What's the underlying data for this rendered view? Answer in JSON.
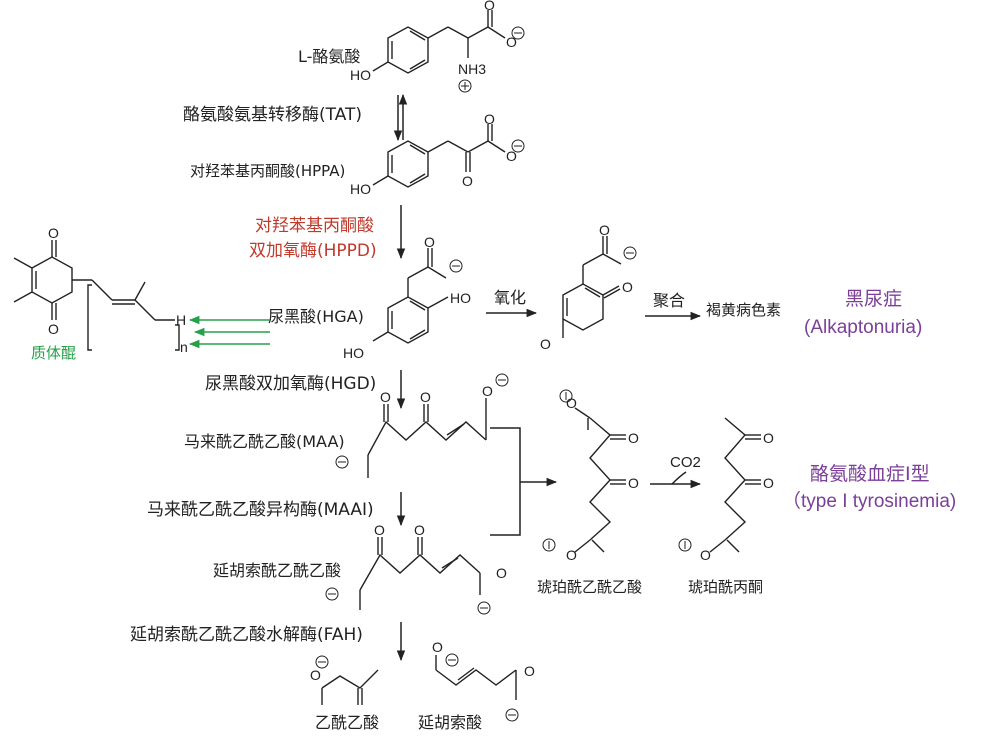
{
  "compounds": {
    "tyrosine": "L-酪氨酸",
    "hppa": "对羟苯基丙酮酸(HPPA)",
    "hga": "尿黑酸(HGA)",
    "maa": "马来酰乙酰乙酸(MAA)",
    "faa": "延胡索酰乙酰乙酸",
    "acetoacetate": "乙酰乙酸",
    "fumarate": "延胡索酸",
    "saa": "琥珀酰乙酰乙酸",
    "sa": "琥珀酰丙酮",
    "quinone": "质体醌",
    "pigment": "褐黄病色素"
  },
  "enzymes": {
    "tat": "酪氨酸氨基转移酶(TAT)",
    "hppd_line1": "对羟苯基丙酮酸",
    "hppd_line2": "双加氧酶(HPPD)",
    "hgd": "尿黑酸双加氧酶(HGD)",
    "maai": "马来酰乙酰乙酸异构酶(MAAI)",
    "fah": "延胡索酰乙酰乙酸水解酶(FAH)"
  },
  "processes": {
    "oxidation": "氧化",
    "polymerization": "聚合",
    "co2": "CO2"
  },
  "diseases": {
    "alkaptonuria_zh": "黑尿症",
    "alkaptonuria_en": "(Alkaptonuria)",
    "tyrosinemia_zh": "酪氨酸血症I型",
    "tyrosinemia_en": "（type I tyrosinemia)"
  },
  "atoms": {
    "oh": "HO",
    "nh3": "NH3",
    "o": "O",
    "h": "H",
    "n": "n"
  },
  "colors": {
    "enzyme_highlight": "#c0392b",
    "disease": "#7b3f98",
    "quinone_pathway": "#27a04a",
    "structure": "#222222"
  }
}
